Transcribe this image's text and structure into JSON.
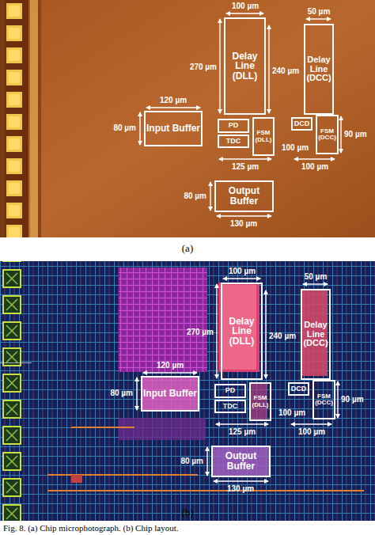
{
  "diagram": {
    "caption": "Fig. 8. (a) Chip microphotograph. (b) Chip layout.",
    "nodes": [
      {
        "text": [
          "Delay Line (DLL)"
        ]
      },
      {
        "text": [
          "Delay Line (DCC)"
        ]
      },
      {
        "text": [
          "Input Buffer"
        ]
      },
      {
        "text": [
          "PD"
        ]
      },
      {
        "text": [
          "TDC"
        ]
      },
      {
        "text": [
          "FSM (DLL)"
        ]
      },
      {
        "text": [
          "DCD"
        ]
      },
      {
        "text": [
          "FSM (DCC)"
        ]
      },
      {
        "text": [
          "Output Buffer"
        ]
      },
      {
        "text": [
          "Delay Line (DLL)"
        ]
      },
      {
        "text": [
          "Delay Line (DCC)"
        ]
      },
      {
        "text": [
          "Input Buffer"
        ]
      },
      {
        "text": [
          "PD"
        ]
      },
      {
        "text": [
          "TDC"
        ]
      },
      {
        "text": [
          "FSM (DLL)"
        ]
      },
      {
        "text": [
          "DCD"
        ]
      },
      {
        "text": [
          "FSM (DCC)"
        ]
      },
      {
        "text": [
          "Output Buffer"
        ]
      }
    ],
    "labels": [
      "100 µm",
      "270 µm",
      "240 µm",
      "50 µm",
      "120 µm",
      "80 µm",
      "100 µm",
      "90 µm",
      "125 µm",
      "100 µm",
      "80 µm",
      "130 µm",
      "(a)",
      "100 µm",
      "270 µm",
      "240 µm",
      "50 µm",
      "120 µm",
      "80 µm",
      "100 µm",
      "90 µm",
      "125 µm",
      "100 µm",
      "80 µm",
      "130 µm",
      "(b)"
    ]
  }
}
